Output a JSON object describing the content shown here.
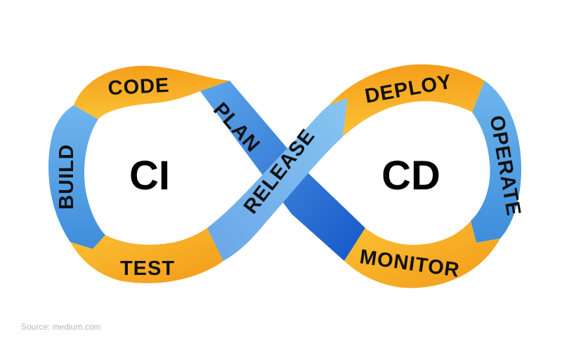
{
  "diagram": {
    "left_loop_label": "CI",
    "right_loop_label": "CD",
    "stages": {
      "code": "CODE",
      "build": "BUILD",
      "test": "TEST",
      "plan": "PLAN",
      "release": "RELEASE",
      "deploy": "DEPLOY",
      "operate": "OPERATE",
      "monitor": "MONITOR"
    },
    "colors": {
      "orange": "#F7A21B",
      "orange_light": "#FBC02D",
      "blue": "#5DA9E9",
      "blue_dark": "#1E6FD9"
    }
  },
  "source": "Source: medium.com"
}
